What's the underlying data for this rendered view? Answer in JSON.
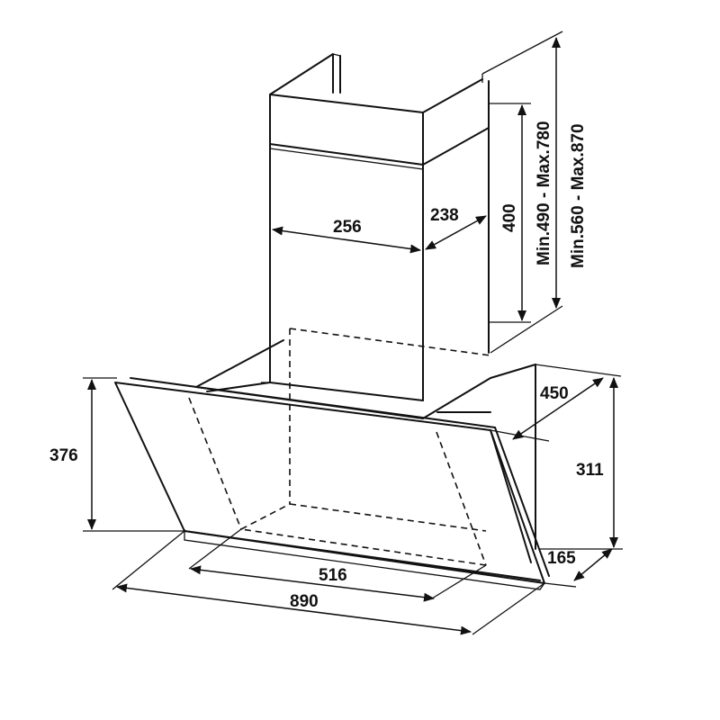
{
  "diagram": {
    "dimensions": {
      "chimney_width": "256",
      "chimney_depth": "238",
      "chimney_height": "400",
      "range_inner": "Min.490 - Max.780",
      "range_outer": "Min.560 - Max.870",
      "hood_depth": "450",
      "body_height": "311",
      "glass_height": "376",
      "inner_width": "516",
      "total_width": "890",
      "base_depth": "165"
    },
    "colors": {
      "line": "#111111",
      "background": "#ffffff"
    }
  }
}
